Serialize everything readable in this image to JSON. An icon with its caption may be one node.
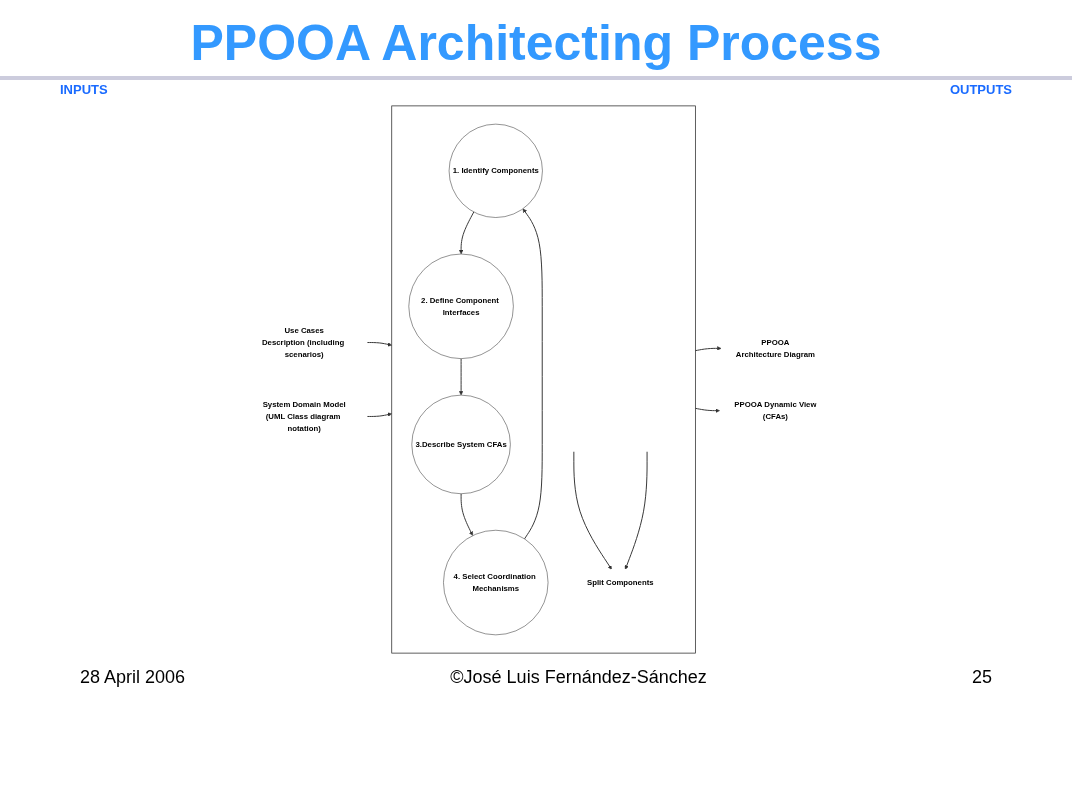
{
  "diagram": {
    "title": "PPOOA Architecting Process",
    "nodes": [
      {
        "text": [
          "Use Cases",
          "Description (including scenarios)"
        ]
      },
      {
        "text": [
          "System Domain Model",
          "(UML Class diagram notation)"
        ]
      },
      {
        "text": [],
        "shape": "box"
      },
      {
        "text": [
          "1. Identify Components"
        ],
        "in": 2
      },
      {
        "text": [
          "2. Define Component Interfaces"
        ],
        "in": 2
      },
      {
        "text": [
          "3.Describe System CFAs"
        ],
        "in": 2
      },
      {
        "text": [
          "4. Select Coordination Mechanisms"
        ],
        "in": 2
      },
      {
        "text": [
          "Split Components"
        ],
        "in": 2
      },
      {
        "text": [
          "PPOOA",
          "Architecture Diagram"
        ]
      },
      {
        "text": [
          "PPOOA Dynamic View",
          "(CFAs)"
        ]
      }
    ],
    "edges": [
      {
        "from": 0,
        "to": 2,
        "arrow": "to"
      },
      {
        "from": 1,
        "to": 2,
        "arrow": "to"
      },
      {
        "from": 6,
        "to": 3,
        "arrow": "to"
      },
      {
        "from": 3,
        "to": 4,
        "arrow": "to"
      },
      {
        "from": 4,
        "to": 5,
        "arrow": "to"
      },
      {
        "from": 5,
        "to": 6,
        "arrow": "to"
      },
      {
        "from": null,
        "to": 7,
        "arrow": "to"
      },
      {
        "from": null,
        "to": 7,
        "arrow": "to"
      },
      {
        "from": 2,
        "to": 8,
        "arrow": "to"
      },
      {
        "from": 2,
        "to": 9,
        "arrow": "to"
      }
    ],
    "labels": [
      "INPUTS",
      "OUTPUTS",
      "28 April 2006",
      "©José Luis Fernández-Sánchez",
      "25"
    ]
  }
}
